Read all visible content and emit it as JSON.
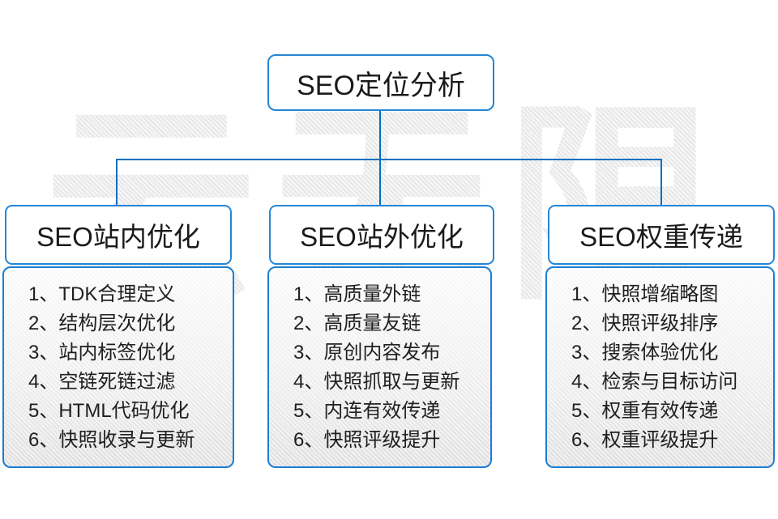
{
  "watermark_text": "云无限",
  "colors": {
    "connector_line": "#0070c0",
    "box_border": "#2485d6",
    "panel_border": "#1b7ed2",
    "text": "#1a1a1a"
  },
  "root": {
    "title": "SEO定位分析"
  },
  "columns": [
    {
      "title": "SEO站内优化",
      "items": [
        "1、TDK合理定义",
        "2、结构层次优化",
        "3、站内标签优化",
        "4、空链死链过滤",
        "5、HTML代码优化",
        "6、快照收录与更新"
      ]
    },
    {
      "title": "SEO站外优化",
      "items": [
        "1、高质量外链",
        "2、高质量友链",
        "3、原创内容发布",
        "4、快照抓取与更新",
        "5、内连有效传递",
        "6、快照评级提升"
      ]
    },
    {
      "title": "SEO权重传递",
      "items": [
        "1、快照增缩略图",
        "2、快照评级排序",
        "3、搜索体验优化",
        "4、检索与目标访问",
        "5、权重有效传递",
        "6、权重评级提升"
      ]
    }
  ]
}
